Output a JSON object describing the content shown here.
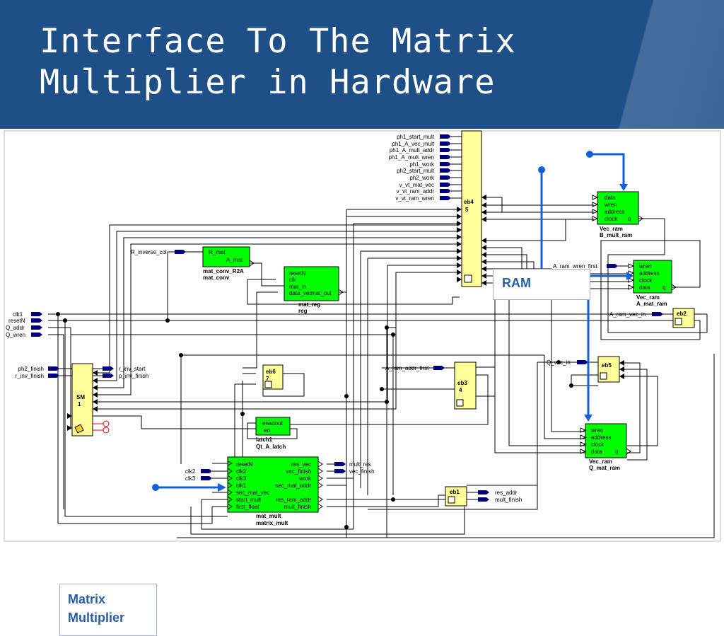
{
  "slide": {
    "title_line1": "Interface To The Matrix",
    "title_line2": "Multiplier in Hardware"
  },
  "callouts": {
    "ram": "RAM",
    "matrix_multiplier": "Matrix Multiplier"
  },
  "colors": {
    "header_bg": "#1e4f86",
    "block_green": "#00ff00",
    "block_yellow": "#ffff99",
    "callout_blue": "#2a5da8",
    "pin_navy": "#000080"
  },
  "eb4": {
    "label": "eb4",
    "index": "5",
    "inputs": [
      "ph1_start_mult",
      "ph1_A_vec_mult",
      "ph1_A_mult_addr",
      "ph1_A_mult_wren",
      "ph1_work",
      "ph2_start_mult",
      "ph2_work",
      "v_vt_mat_vec",
      "v_vt_ram_addr",
      "v_vt_ram_wren"
    ]
  },
  "sm": {
    "label": "SM",
    "index": "1",
    "inputs": [
      "ph2_finish",
      "r_inv_finish"
    ],
    "outputs": [
      "r_inv_start",
      "p_inv_finish"
    ]
  },
  "global_inputs": [
    "clk1",
    "resetN",
    "Q_addr",
    "Q_wren"
  ],
  "r_mat": {
    "pin_in": "R_mat",
    "pin_out": "A_mat",
    "input_label": "R_inverse_col",
    "name": "mat_conv_R2A",
    "inst": "mat_conv"
  },
  "mat_reg": {
    "pins": [
      "resetN",
      "clk",
      "mat_in",
      "data_vec"
    ],
    "out_pin": "mat_out",
    "name": "mat_reg",
    "inst": "reg"
  },
  "eb6": {
    "label": "eb6",
    "index": "7"
  },
  "eb3": {
    "label": "eb3",
    "index": "4",
    "input_label": "A_ram_addr_first"
  },
  "latch": {
    "pin1": "enadout",
    "pin2": "en",
    "name": "latch1",
    "inst": "Qt_A_latch"
  },
  "mult": {
    "inputs": [
      "resetN",
      "clk2",
      "clk3",
      "clk1",
      "sec_mat_vec",
      "start_mult",
      "first_float"
    ],
    "outputs": [
      "res_vec",
      "vec_finish",
      "work",
      "sec_mat_addr",
      "res_ram_addr",
      "mult_finish"
    ],
    "in_labels": [
      "clk2",
      "clk3"
    ],
    "out_labels": [
      "mult_res",
      "vec_finish"
    ],
    "name": "mat_mult",
    "inst": "matrix_mult"
  },
  "eb1": {
    "label": "eb1",
    "outputs": [
      "res_addr",
      "mult_finish"
    ]
  },
  "b_ram": {
    "pins": [
      "data",
      "wren",
      "address",
      "clock"
    ],
    "q": "q",
    "name": "Vec_ram",
    "inst": "B_mult_ram"
  },
  "a_ram": {
    "pins": [
      "wren",
      "address",
      "clock",
      "data"
    ],
    "q": "q",
    "name": "Vec_ram",
    "inst": "A_mat_ram",
    "input_label": "A_ram_wren_first"
  },
  "eb2": {
    "label": "eb2",
    "input_label": "A_ram_vec_in"
  },
  "eb5": {
    "label": "eb5",
    "input_label": "Q_vec_in"
  },
  "q_ram": {
    "pins": [
      "wren",
      "address",
      "clock",
      "data"
    ],
    "q": "q",
    "name": "Vec_ram",
    "inst": "Q_mat_ram"
  }
}
